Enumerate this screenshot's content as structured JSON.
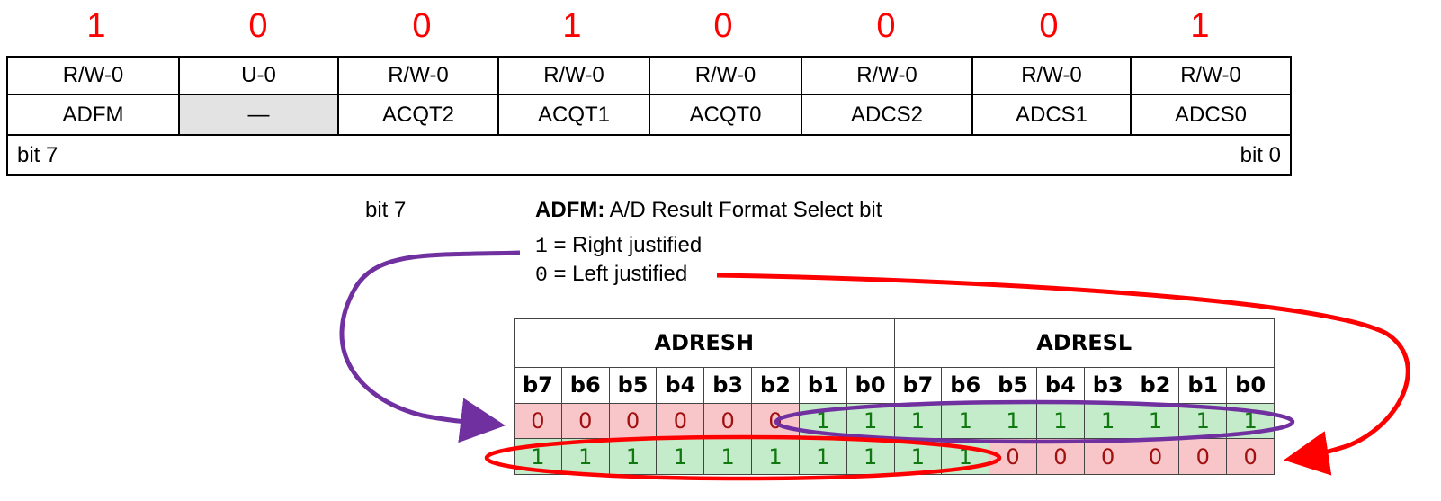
{
  "register": {
    "bit_values": [
      "1",
      "0",
      "0",
      "1",
      "0",
      "0",
      "0",
      "1"
    ],
    "access": [
      "R/W-0",
      "U-0",
      "R/W-0",
      "R/W-0",
      "R/W-0",
      "R/W-0",
      "R/W-0",
      "R/W-0"
    ],
    "names": [
      "ADFM",
      "—",
      "ACQT2",
      "ACQT1",
      "ACQT0",
      "ADCS2",
      "ADCS1",
      "ADCS0"
    ],
    "msb_label": "bit 7",
    "lsb_label": "bit 0"
  },
  "description": {
    "bit": "bit 7",
    "field_name": "ADFM:",
    "field_title": "A/D Result Format Select bit",
    "option1_code": "1",
    "option1_text": "= Right justified",
    "option0_code": "0",
    "option0_text": "= Left justified"
  },
  "result_registers": {
    "high_name": "ADRESH",
    "low_name": "ADRESL",
    "bit_headers": [
      "b7",
      "b6",
      "b5",
      "b4",
      "b3",
      "b2",
      "b1",
      "b0",
      "b7",
      "b6",
      "b5",
      "b4",
      "b3",
      "b2",
      "b1",
      "b0"
    ],
    "right_justified": [
      "0",
      "0",
      "0",
      "0",
      "0",
      "0",
      "1",
      "1",
      "1",
      "1",
      "1",
      "1",
      "1",
      "1",
      "1",
      "1"
    ],
    "left_justified": [
      "1",
      "1",
      "1",
      "1",
      "1",
      "1",
      "1",
      "1",
      "1",
      "1",
      "0",
      "0",
      "0",
      "0",
      "0",
      "0"
    ]
  },
  "colors": {
    "bit_value": "#ff0000",
    "zero_fill": "#f8c6c9",
    "one_fill": "#c4ecca",
    "purple_arrow": "#7030a0",
    "red_arrow": "#ff0000"
  }
}
